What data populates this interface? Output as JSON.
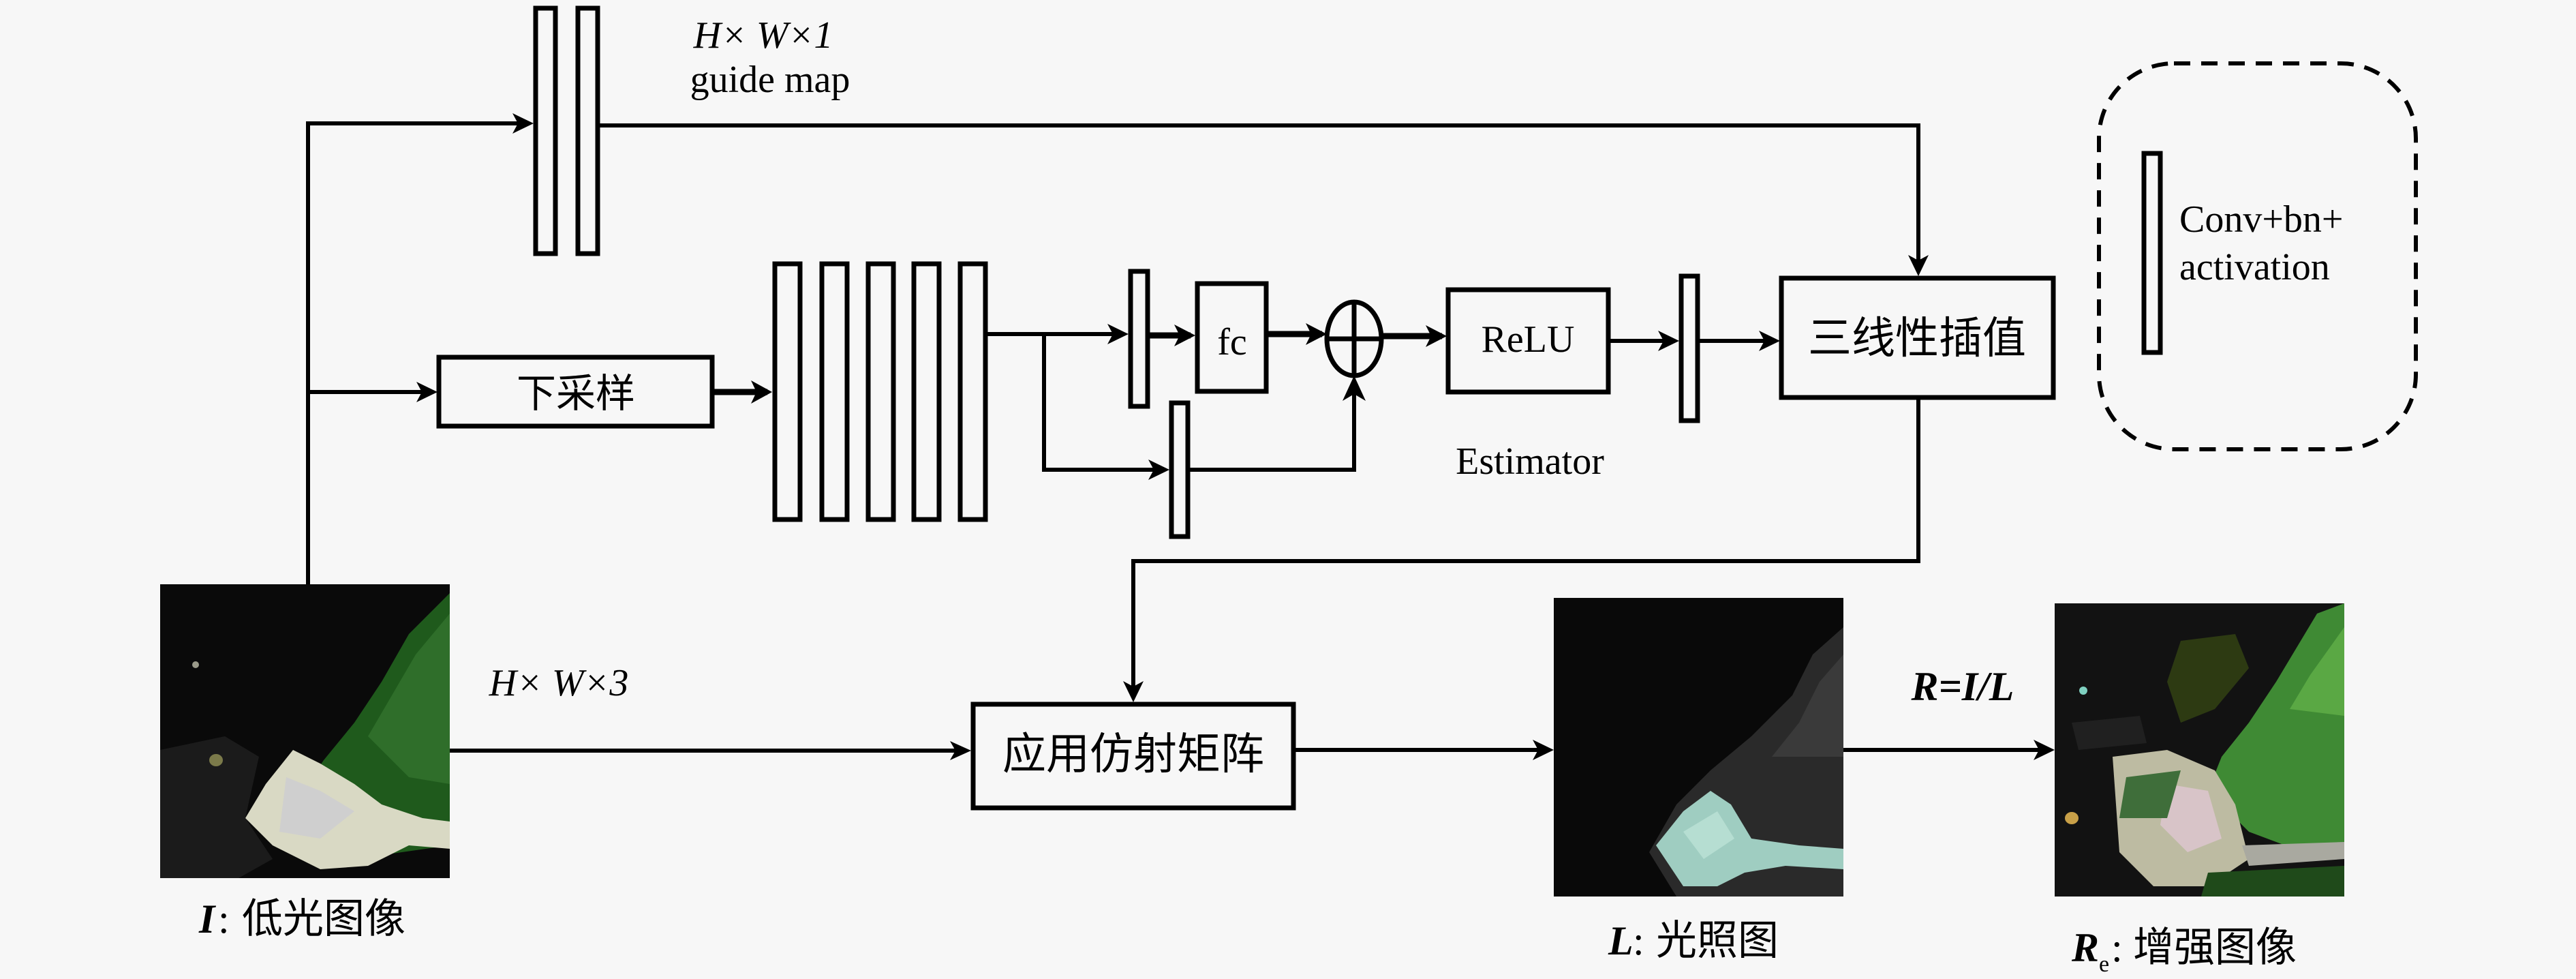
{
  "diagram": {
    "title": "Low-light image enhancement pipeline",
    "labels": {
      "guide_dims": "H× W×1",
      "guide_map": "guide map",
      "input_dims": "H× W×3",
      "downsample": "下采样",
      "fc": "fc",
      "relu": "ReLU",
      "estimator": "Estimator",
      "trilinear": "三线性插值",
      "apply_affine": "应用仿射矩阵",
      "retinex_formula": "R=I/L",
      "legend_line1": "Conv+bn+",
      "legend_line2": "activation"
    },
    "images": {
      "input": {
        "symbol": "I",
        "caption": "低光图像"
      },
      "illumination": {
        "symbol": "L",
        "caption": "光照图"
      },
      "enhanced": {
        "symbol": "R",
        "subscript": "e",
        "caption": "增强图像"
      }
    },
    "operators": {
      "sum": "⊕"
    }
  }
}
